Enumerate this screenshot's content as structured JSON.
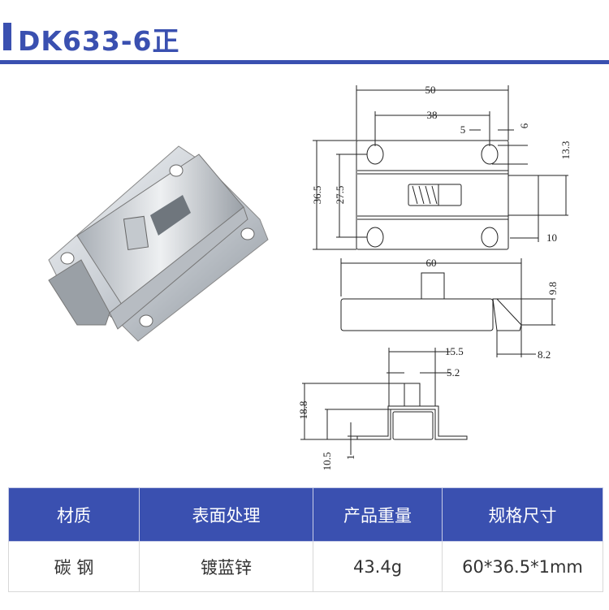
{
  "header": {
    "title": "DK633-6正"
  },
  "drawing": {
    "top_view": {
      "width": "50",
      "hole_spacing": "38",
      "hole_offset_x": "5",
      "hole_offset_y": "6",
      "bolt_width": "13.3",
      "height": "36.5",
      "hole_spacing_v": "27.5",
      "bolt_protrusion": "10"
    },
    "side_view": {
      "length": "60",
      "height": "9.8",
      "bolt_tip": "8.2"
    },
    "end_view": {
      "width": "15.5",
      "pin": "5.2",
      "total_height": "18.8",
      "body_height": "10.5",
      "thickness": "1"
    }
  },
  "spec_table": {
    "headers": [
      "材质",
      "表面处理",
      "产品重量",
      "规格尺寸"
    ],
    "row": [
      "碳 钢",
      "镀蓝锌",
      "43.4g",
      "60*36.5*1mm"
    ]
  },
  "colors": {
    "accent": "#3a50b0"
  }
}
